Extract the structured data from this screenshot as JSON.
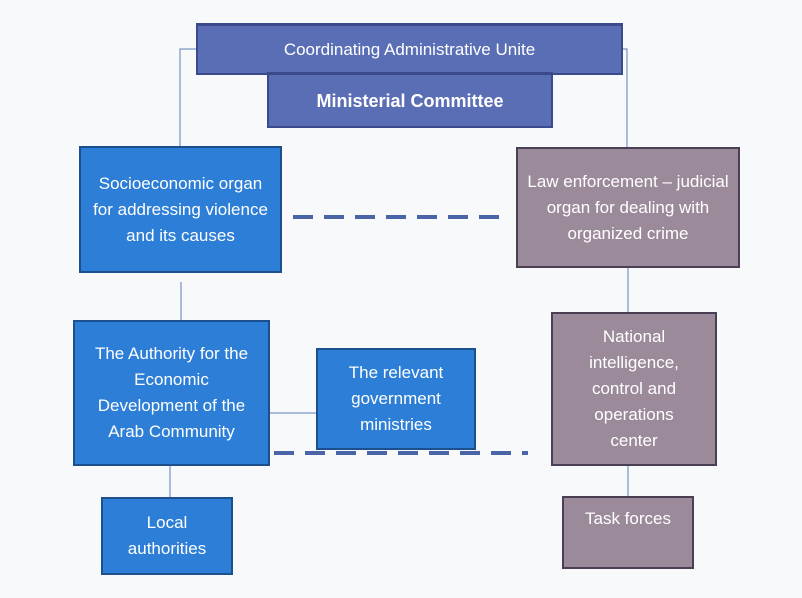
{
  "diagram": {
    "coordinating": "Coordinating Administrative Unite",
    "ministerial": "Ministerial Committee",
    "socioeconomic": "Socioeconomic organ for addressing violence and its causes",
    "law_enforcement": "Law enforcement – judicial organ for dealing with organized crime",
    "authority": "The Authority for the Economic Development of the Arab Community",
    "ministries": "The relevant government ministries",
    "intelligence": "National intelligence, control and operations center",
    "local": "Local authorities",
    "task_forces": "Task forces"
  },
  "colors": {
    "top_box": "#5a6eb5",
    "blue_box": "#2c7ed6",
    "mauve_box": "#9b8a9a",
    "dashed_link": "#4a64a8",
    "connector": "#5b7fb8"
  }
}
